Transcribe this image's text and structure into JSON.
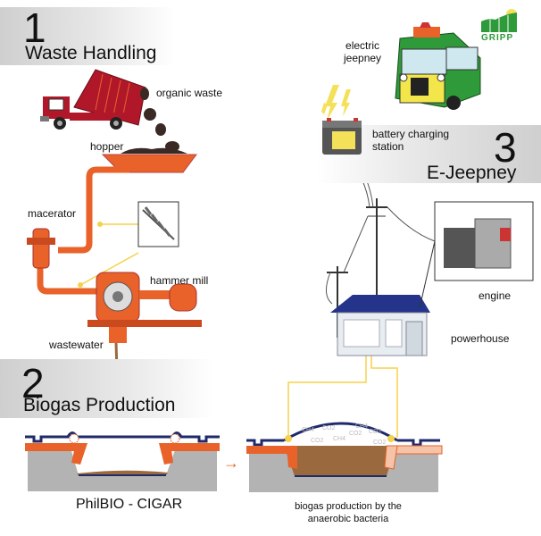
{
  "sections": {
    "waste_handling": {
      "number": "1",
      "title": "Waste Handling"
    },
    "biogas_production": {
      "number": "2",
      "title": "Biogas Production"
    },
    "e_jeepney": {
      "number": "3",
      "title": "E-Jeepney"
    }
  },
  "labels": {
    "organic_waste": "organic waste",
    "hopper": "hopper",
    "macerator": "macerator",
    "hammer_mill": "hammer mill",
    "wastewater": "wastewater",
    "philbio": "PhilBIO - CIGAR",
    "biogas_line1": "biogas production by the",
    "biogas_line2": "anaerobic bacteria",
    "powerhouse": "powerhouse",
    "engine": "engine",
    "battery_line1": "battery charging",
    "battery_line2": "station",
    "jeepney_line1": "electric",
    "jeepney_line2": "jeepney"
  },
  "logo": {
    "text": "GRIPP"
  },
  "gas_labels": [
    "CH4",
    "CO2",
    "CO2",
    "CH4",
    "CO2",
    "CH4",
    "CO2",
    "CO2"
  ],
  "colors": {
    "orange": "#e8622a",
    "brown": "#9a6a3e",
    "navy": "#1f2a6b",
    "ground": "#b3b3b3",
    "yellow": "#f5d24a",
    "green": "#2f9a3a",
    "truck_red": "#b0182a"
  }
}
